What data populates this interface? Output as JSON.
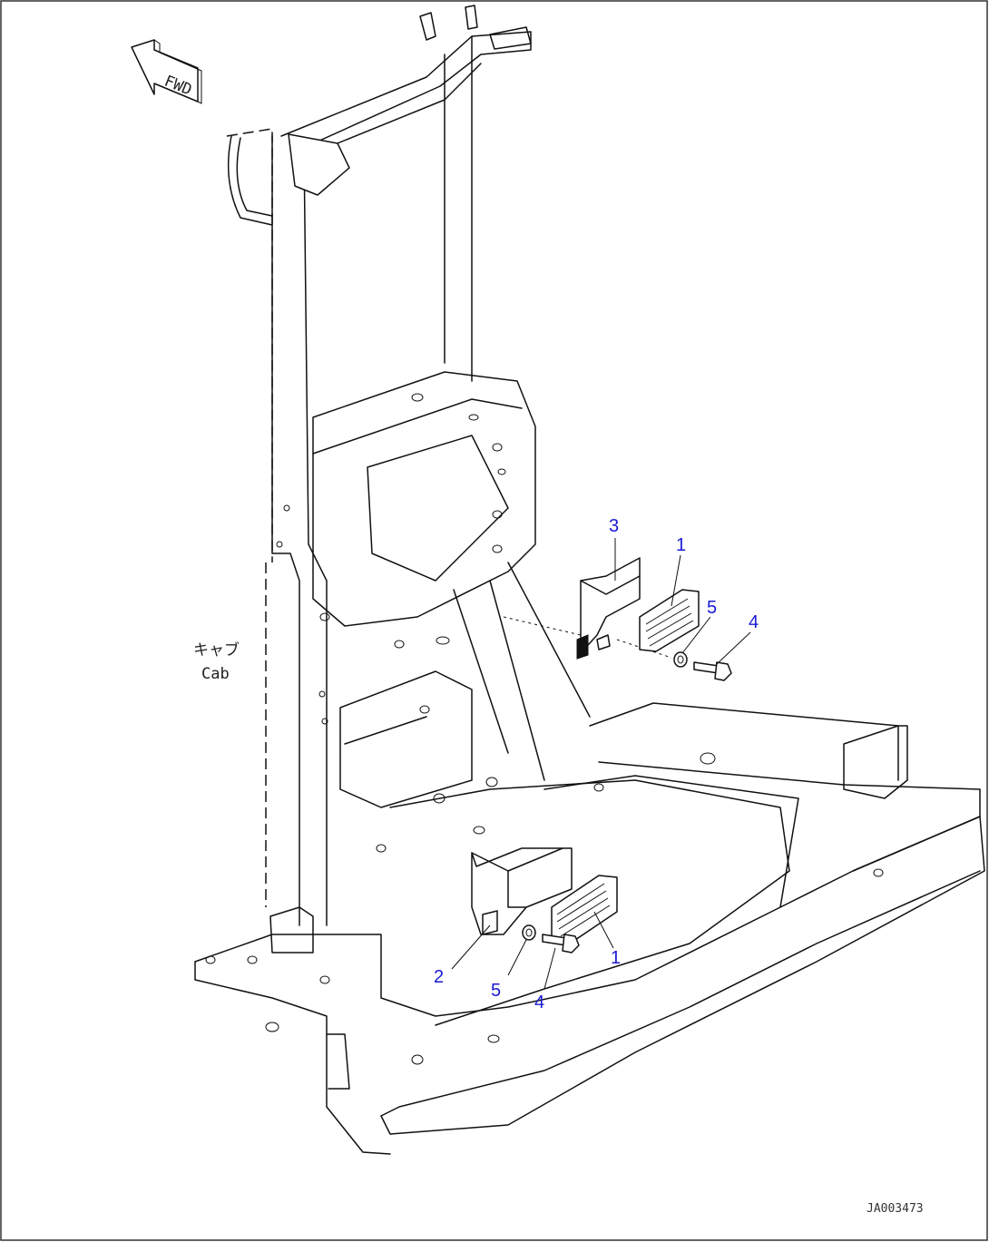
{
  "fwd_label": "FWD",
  "cab_label_ja": "キャブ",
  "cab_label_en": "Cab",
  "doc_id": "JA003473",
  "callouts": {
    "upper_bracket": "3",
    "upper_pad": "1",
    "upper_washer": "5",
    "upper_bolt": "4",
    "lower_bracket": "2",
    "lower_pad": "1",
    "lower_washer": "5",
    "lower_bolt": "4"
  },
  "colors": {
    "callout": "#1a1ad6",
    "line": "#111111",
    "frame": "#333333"
  }
}
